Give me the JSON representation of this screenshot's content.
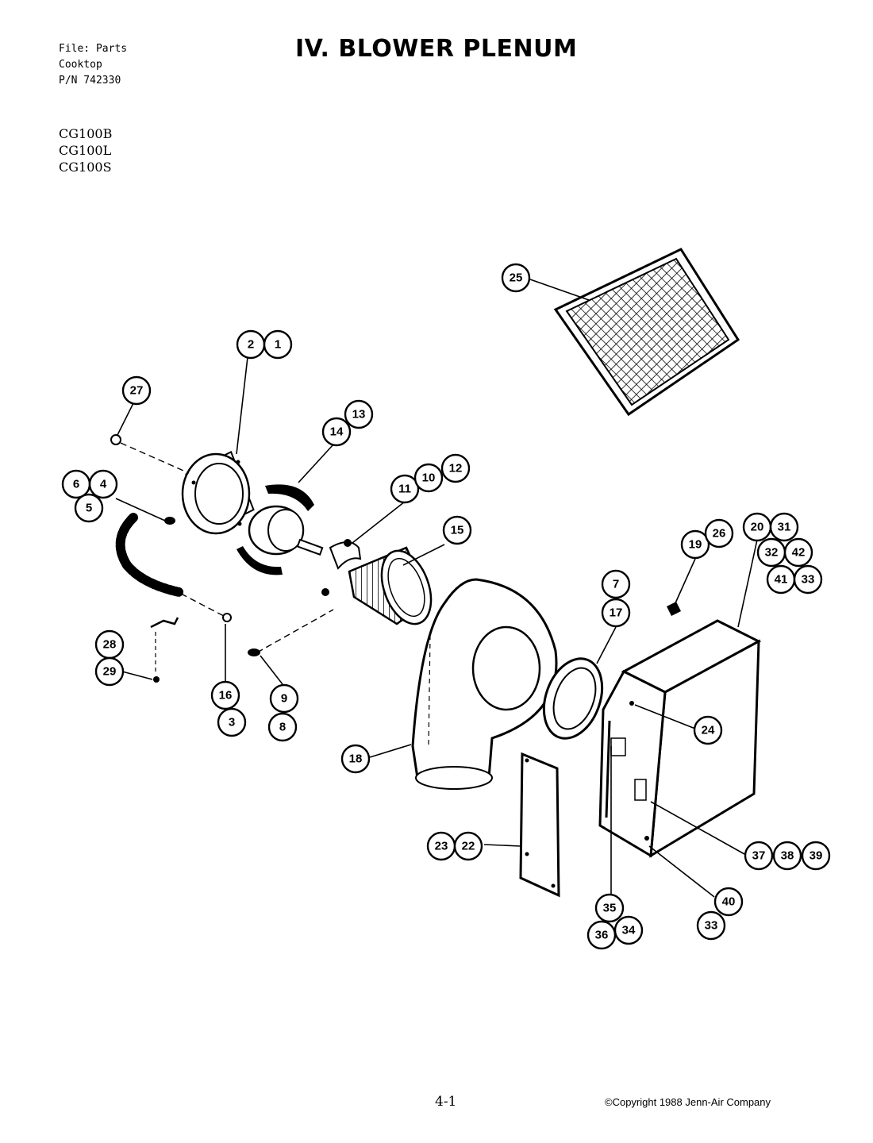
{
  "header": {
    "file_line": "File: Parts",
    "product_line": "Cooktop",
    "part_number_line": "P/N 742330",
    "title": "IV. BLOWER PLENUM"
  },
  "models": [
    "CG100B",
    "CG100L",
    "CG100S"
  ],
  "footer": {
    "page_number": "4-1",
    "copyright": "©Copyright 1988 Jenn-Air Company"
  },
  "callouts": [
    {
      "id": "c25",
      "label": "25"
    },
    {
      "id": "c2",
      "label": "2"
    },
    {
      "id": "c1",
      "label": "1"
    },
    {
      "id": "c27",
      "label": "27"
    },
    {
      "id": "c13",
      "label": "13"
    },
    {
      "id": "c14",
      "label": "14"
    },
    {
      "id": "c6",
      "label": "6"
    },
    {
      "id": "c4",
      "label": "4"
    },
    {
      "id": "c5",
      "label": "5"
    },
    {
      "id": "c11",
      "label": "11"
    },
    {
      "id": "c10",
      "label": "10"
    },
    {
      "id": "c12",
      "label": "12"
    },
    {
      "id": "c15",
      "label": "15"
    },
    {
      "id": "c20",
      "label": "20"
    },
    {
      "id": "c31",
      "label": "31"
    },
    {
      "id": "c32",
      "label": "32"
    },
    {
      "id": "c42",
      "label": "42"
    },
    {
      "id": "c41",
      "label": "41"
    },
    {
      "id": "c33a",
      "label": "33"
    },
    {
      "id": "c19",
      "label": "19"
    },
    {
      "id": "c26",
      "label": "26"
    },
    {
      "id": "c7",
      "label": "7"
    },
    {
      "id": "c17",
      "label": "17"
    },
    {
      "id": "c28",
      "label": "28"
    },
    {
      "id": "c29",
      "label": "29"
    },
    {
      "id": "c16",
      "label": "16"
    },
    {
      "id": "c3",
      "label": "3"
    },
    {
      "id": "c9",
      "label": "9"
    },
    {
      "id": "c8",
      "label": "8"
    },
    {
      "id": "c24",
      "label": "24"
    },
    {
      "id": "c18",
      "label": "18"
    },
    {
      "id": "c23",
      "label": "23"
    },
    {
      "id": "c22",
      "label": "22"
    },
    {
      "id": "c37",
      "label": "37"
    },
    {
      "id": "c38",
      "label": "38"
    },
    {
      "id": "c39",
      "label": "39"
    },
    {
      "id": "c35",
      "label": "35"
    },
    {
      "id": "c36",
      "label": "36"
    },
    {
      "id": "c34",
      "label": "34"
    },
    {
      "id": "c40",
      "label": "40"
    },
    {
      "id": "c33b",
      "label": "33"
    }
  ]
}
